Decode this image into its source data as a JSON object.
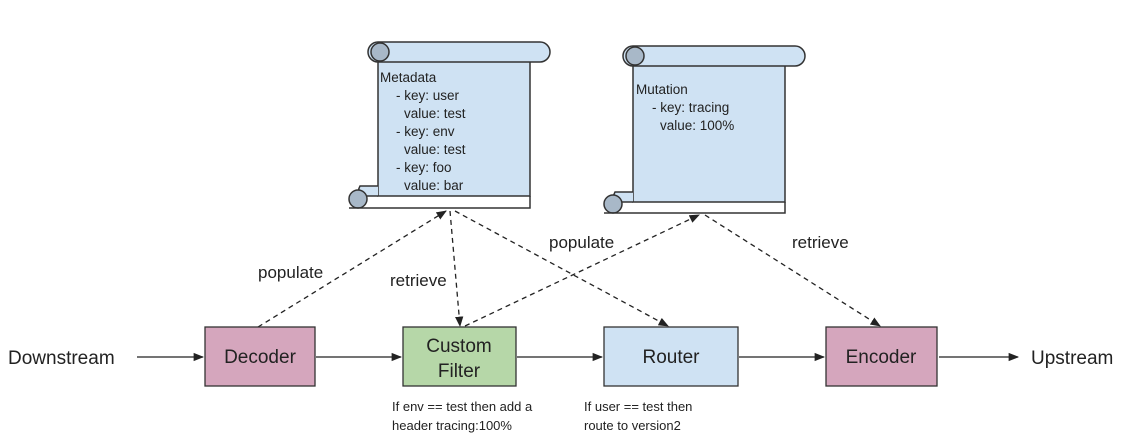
{
  "colors": {
    "decoder_fill": "#d5a6bd",
    "filter_fill": "#b6d7a8",
    "router_fill": "#cfe2f3",
    "encoder_fill": "#d5a6bd",
    "scroll_fill": "#cfe2f3",
    "stroke": "#333333"
  },
  "ends": {
    "downstream": "Downstream",
    "upstream": "Upstream"
  },
  "boxes": {
    "decoder": "Decoder",
    "filter_line1": "Custom",
    "filter_line2": "Filter",
    "router": "Router",
    "encoder": "Encoder"
  },
  "metadata_scroll": {
    "lines": [
      "Metadata",
      "- key: user",
      "value: test",
      "- key: env",
      "value: test",
      "- key: foo",
      "value: bar"
    ]
  },
  "mutation_scroll": {
    "lines": [
      "Mutation",
      "- key: tracing",
      "value: 100%"
    ]
  },
  "edge_labels": {
    "populate_left": "populate",
    "retrieve_left": "retrieve",
    "populate_right": "populate",
    "retrieve_right": "retrieve"
  },
  "notes": {
    "filter_line1": "If env == test then add a",
    "filter_line2": "header tracing:100%",
    "router_line1": "If user == test then",
    "router_line2": "route to version2"
  }
}
